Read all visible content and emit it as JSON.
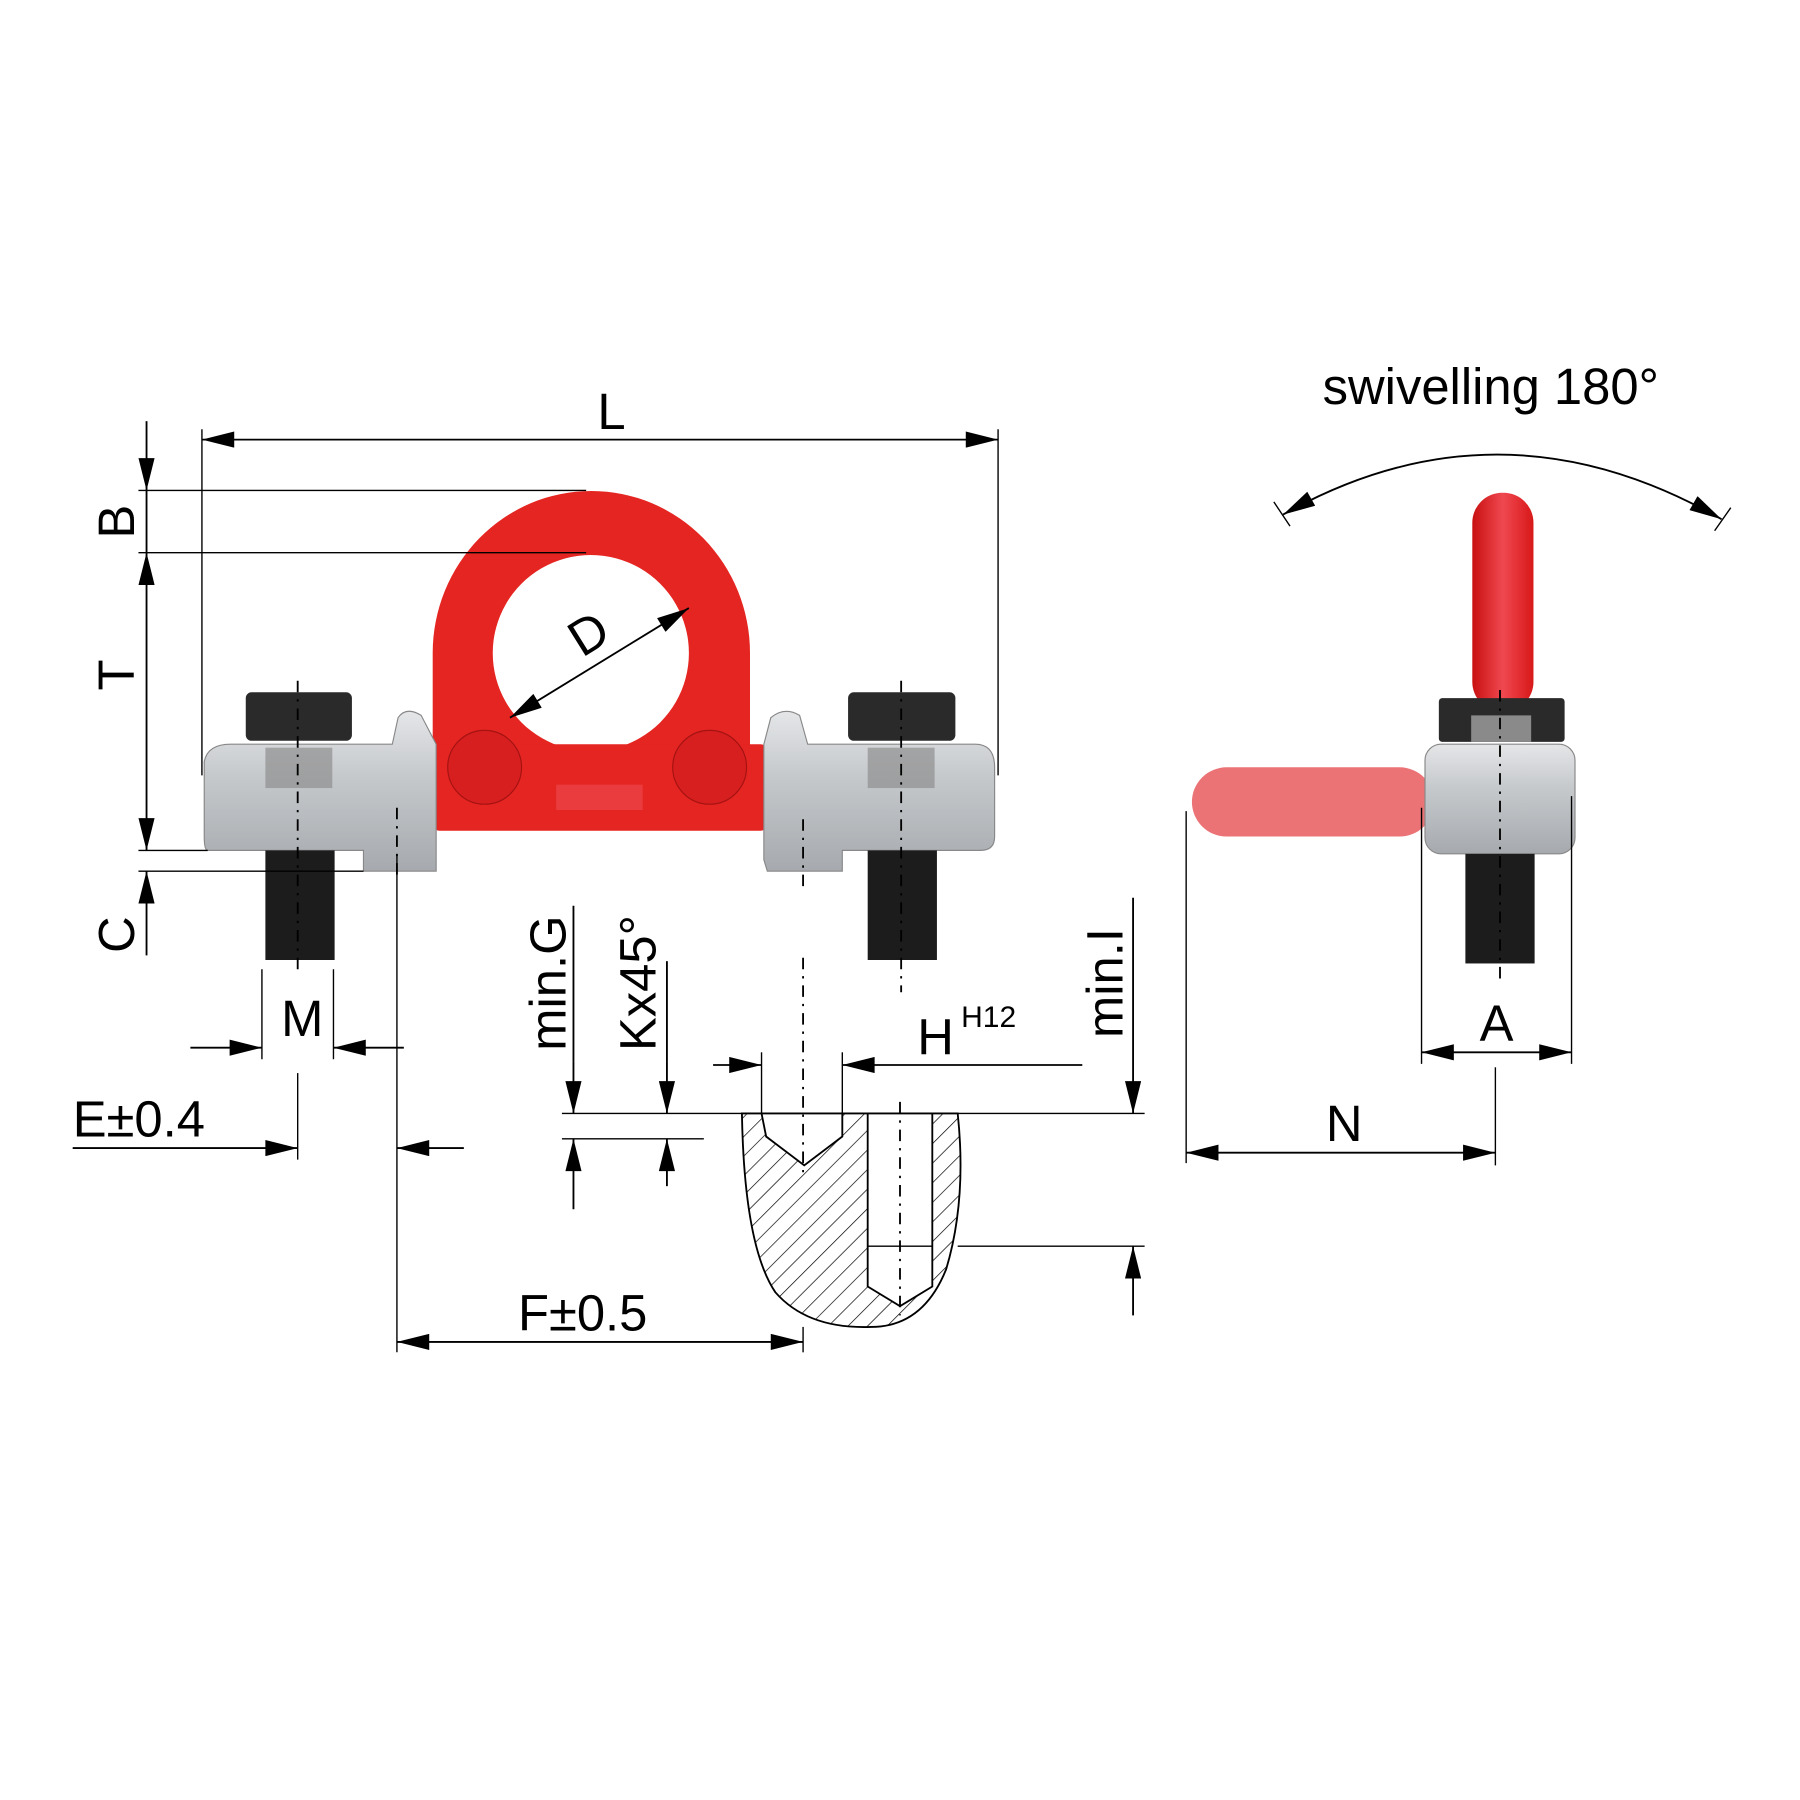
{
  "labels": {
    "L": "L",
    "B": "B",
    "T": "T",
    "C": "C",
    "D": "D",
    "M": "M",
    "E": "E±0.4",
    "F": "F±0.5",
    "G": "min.G",
    "K": "Kx45°",
    "H": "H",
    "H_tol": "H12",
    "I": "min.I",
    "A": "A",
    "N": "N",
    "swivel": "swivelling 180°"
  },
  "colors": {
    "ring": "#e52521",
    "body": "#b9bdc1",
    "bolt": "#2a2a2a"
  }
}
